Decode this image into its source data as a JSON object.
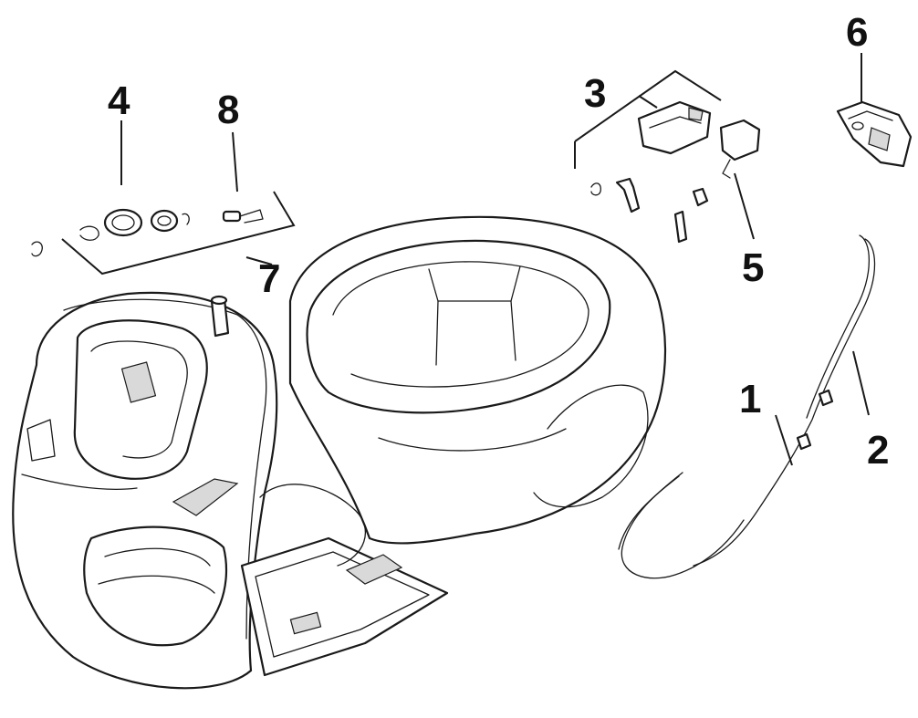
{
  "callouts": [
    {
      "id": "1",
      "text": "1"
    },
    {
      "id": "2",
      "text": "2"
    },
    {
      "id": "3",
      "text": "3"
    },
    {
      "id": "4",
      "text": "4"
    },
    {
      "id": "5",
      "text": "5"
    },
    {
      "id": "6",
      "text": "6"
    },
    {
      "id": "7",
      "text": "7"
    },
    {
      "id": "8",
      "text": "8"
    }
  ],
  "colors": {
    "line": "#1a1a1a",
    "background": "#ffffff"
  }
}
